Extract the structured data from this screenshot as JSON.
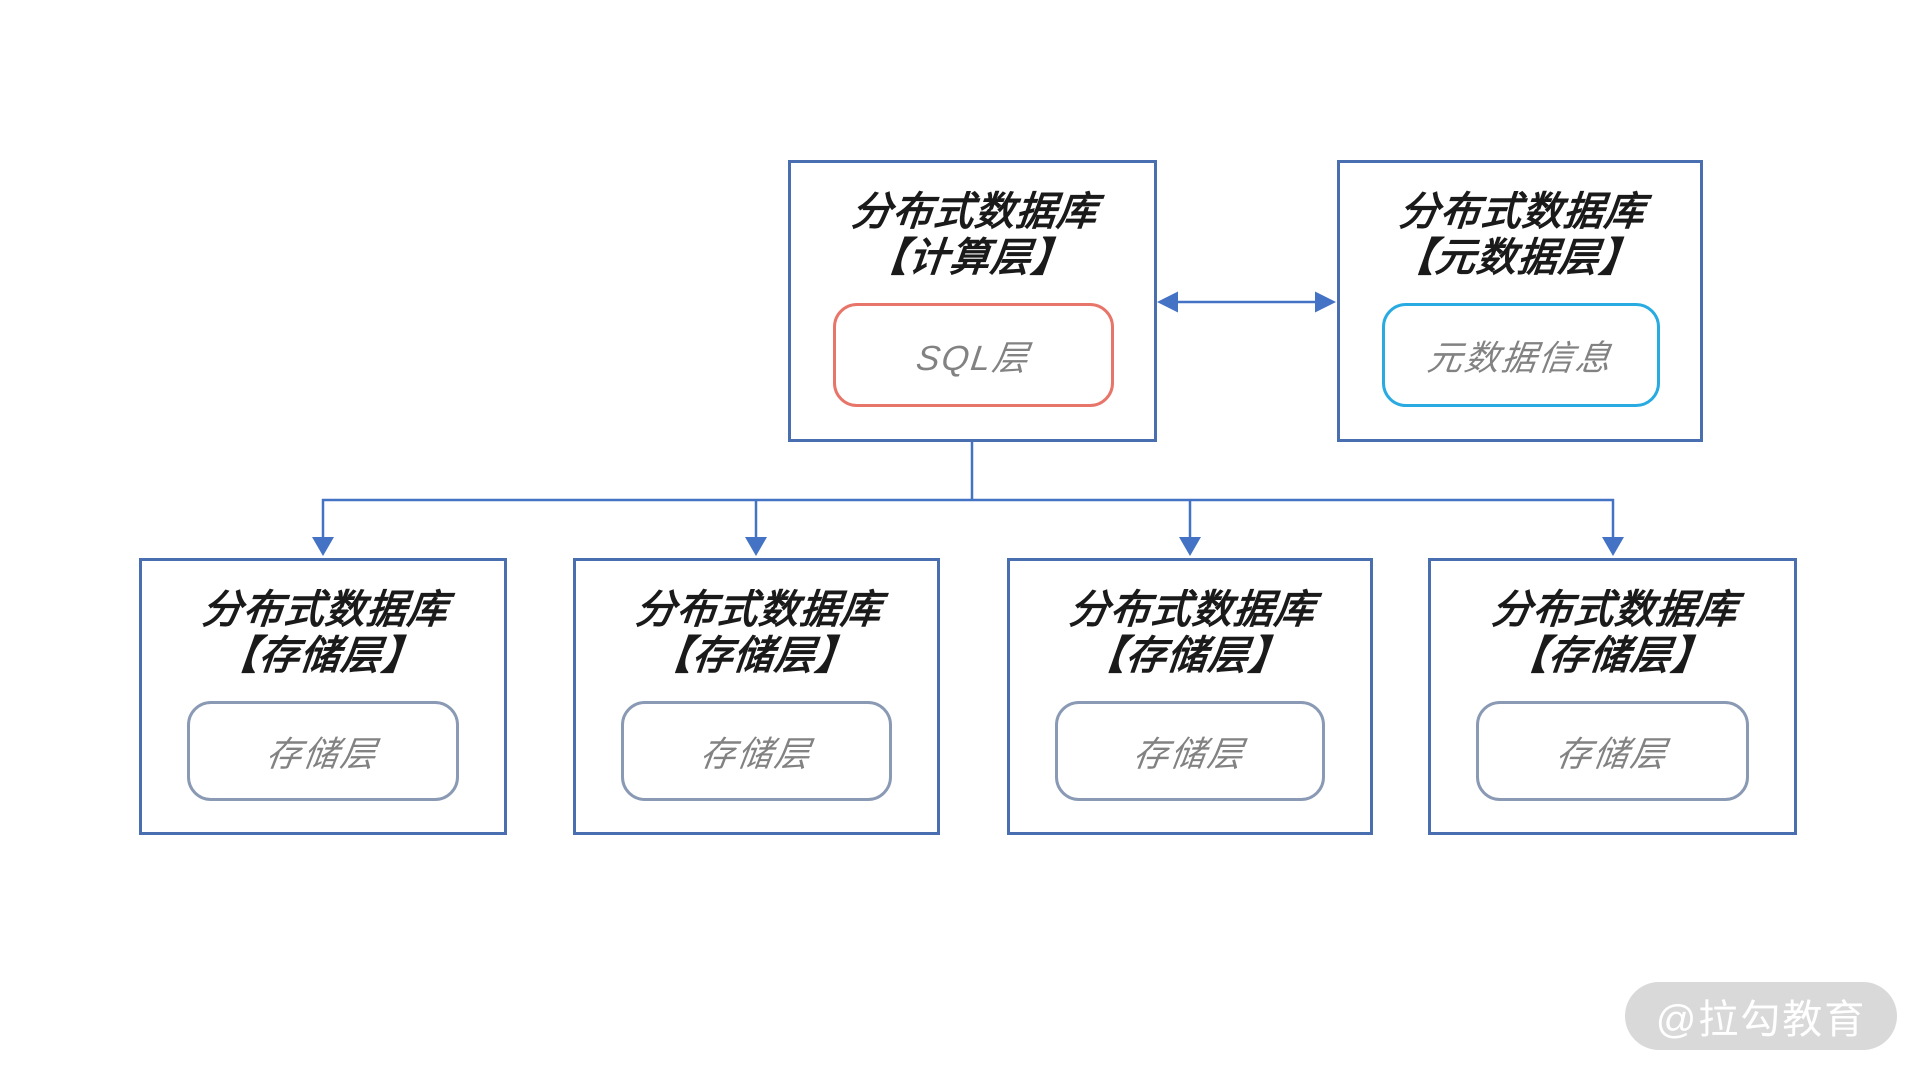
{
  "colors": {
    "page_bg": "#ffffff",
    "box_border": "#4a6fb0",
    "connector": "#4472c4",
    "sql_accent": "#e8756a",
    "metadata_accent": "#29abe2",
    "storage_accent": "#8a9ab5",
    "title_color": "#1a1a1a",
    "label_gray": "#828282",
    "watermark_bg": "#d9d9d9",
    "watermark_text": "#ffffff"
  },
  "nodes": {
    "compute": {
      "title_line1": "分布式数据库",
      "title_line2": "【计算层】",
      "inner_label": "SQL层"
    },
    "metadata": {
      "title_line1": "分布式数据库",
      "title_line2": "【元数据层】",
      "inner_label": "元数据信息"
    },
    "storage1": {
      "title_line1": "分布式数据库",
      "title_line2": "【存储层】",
      "inner_label": "存储层"
    },
    "storage2": {
      "title_line1": "分布式数据库",
      "title_line2": "【存储层】",
      "inner_label": "存储层"
    },
    "storage3": {
      "title_line1": "分布式数据库",
      "title_line2": "【存储层】",
      "inner_label": "存储层"
    },
    "storage4": {
      "title_line1": "分布式数据库",
      "title_line2": "【存储层】",
      "inner_label": "存储层"
    }
  },
  "watermark": {
    "text": "@拉勾教育"
  }
}
